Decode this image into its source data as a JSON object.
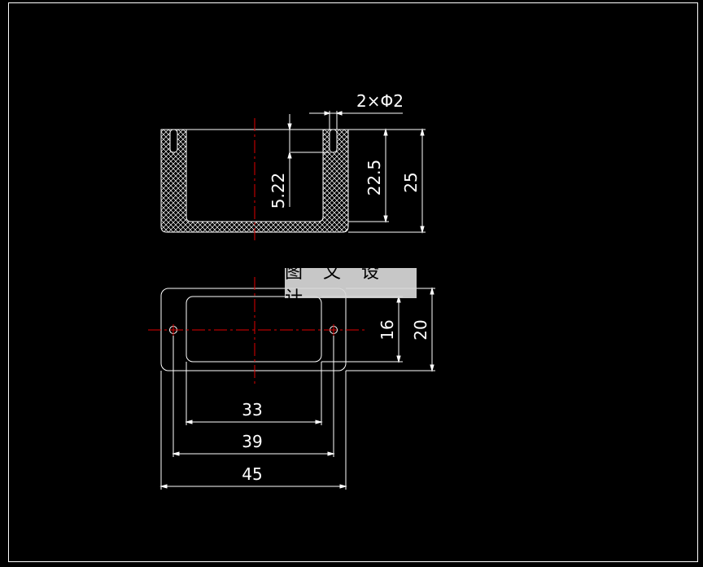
{
  "colors": {
    "background": "#000000",
    "lines": "#ffffff",
    "centerline": "#e00000",
    "watermark_bg": "#d8d8d8"
  },
  "section_view": {
    "hole_note": "2×Φ2",
    "dim_slot_depth": "5.22",
    "dim_inner_depth": "22.5",
    "dim_total_height": "25"
  },
  "plan_view": {
    "dim_inner_height": "16",
    "dim_outer_height": "20",
    "dim_inner_width": "33",
    "dim_hole_spacing": "39",
    "dim_outer_width": "45"
  },
  "watermark": {
    "text": "图 文 设 计"
  }
}
